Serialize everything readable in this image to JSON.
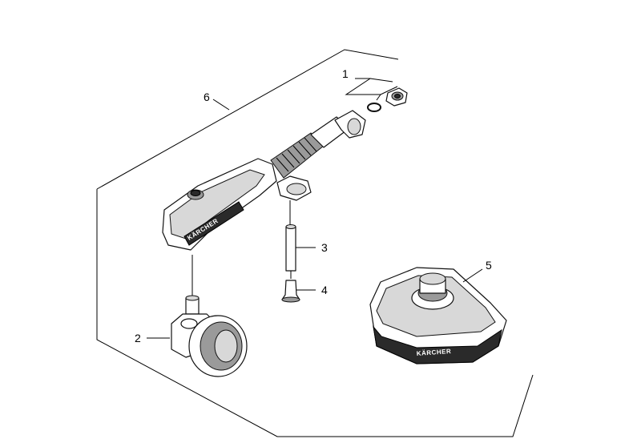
{
  "callouts": {
    "c1": "1",
    "c2": "2",
    "c3": "3",
    "c4": "4",
    "c5": "5",
    "c6": "6"
  },
  "brand": {
    "logo_text": "KÄRCHER"
  },
  "colors": {
    "line": "#000000",
    "background": "#ffffff"
  }
}
